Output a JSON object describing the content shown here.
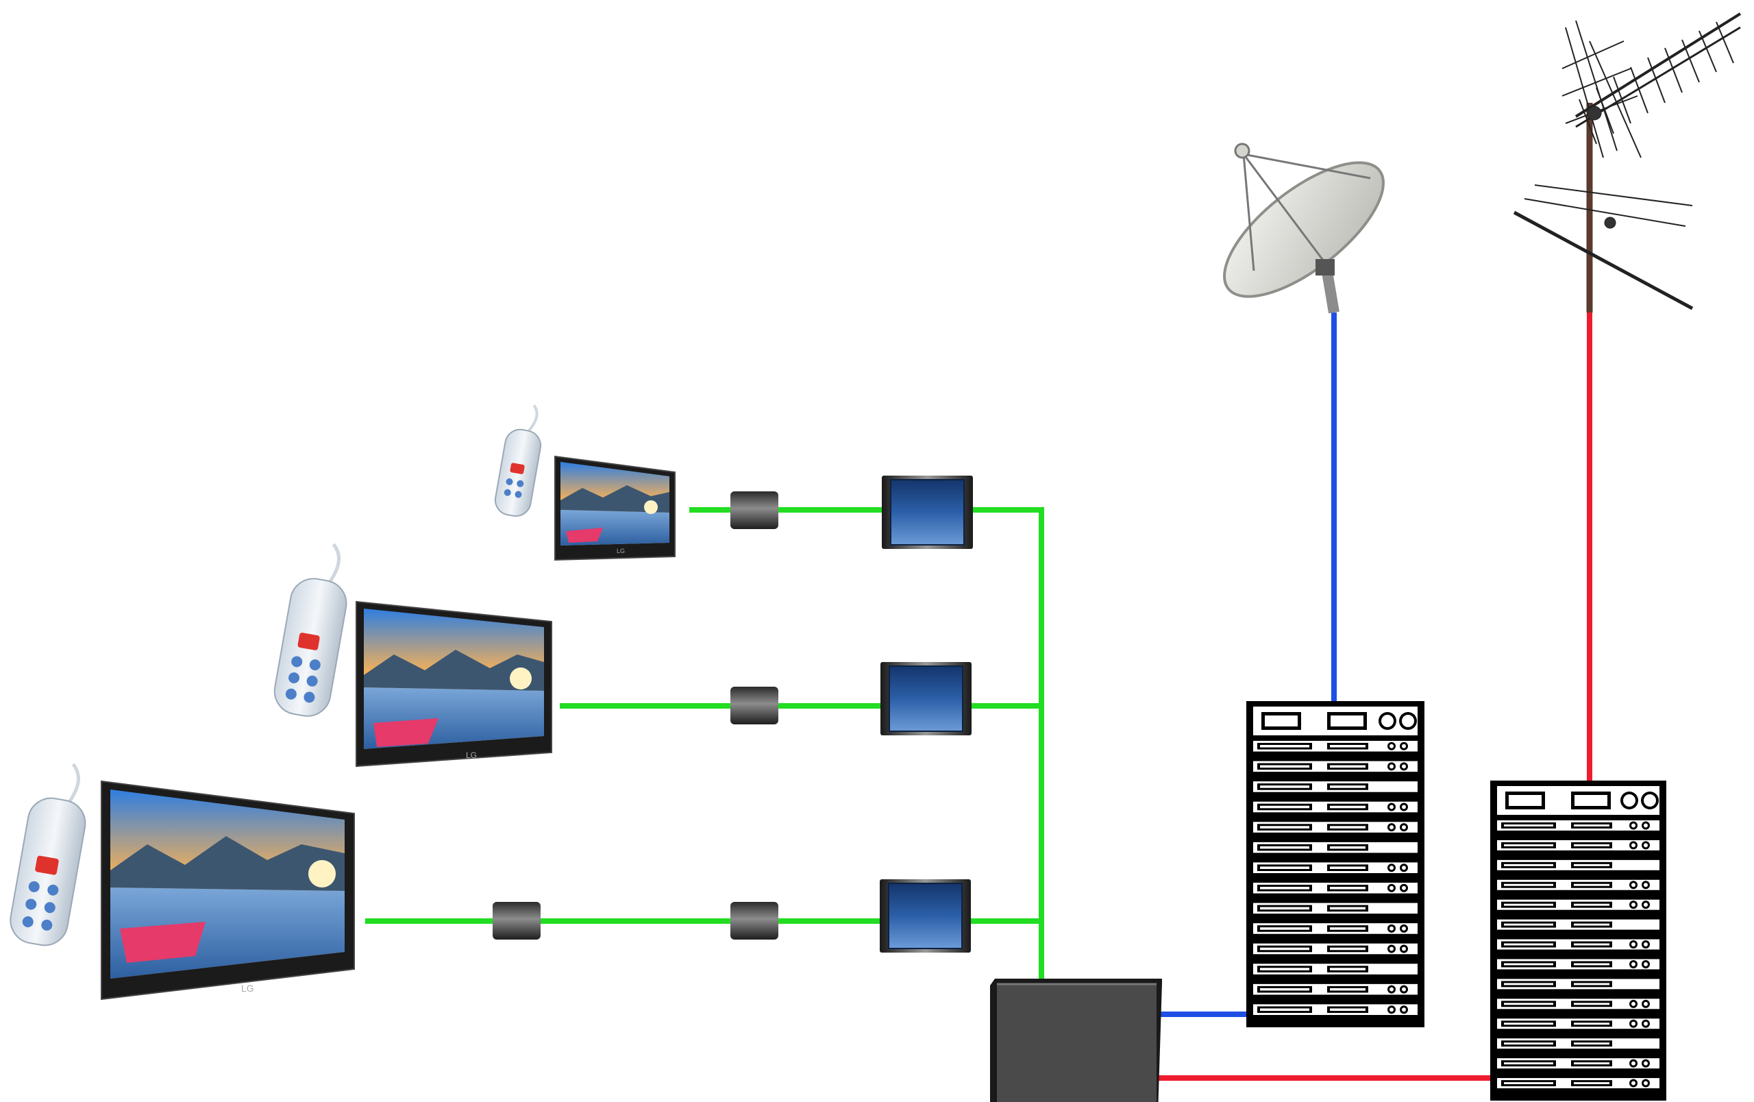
{
  "diagram": {
    "tvs": [
      {
        "id": "tv-top",
        "brand": "LG"
      },
      {
        "id": "tv-middle",
        "brand": "LG"
      },
      {
        "id": "tv-bottom",
        "brand": "LG"
      }
    ],
    "remotes": 3,
    "outlets": 3,
    "connectors": 4,
    "headend": 1,
    "racks": 2,
    "antennas": [
      "satellite-dish",
      "terrestrial-antenna"
    ],
    "colors": {
      "distribution_cable": "#22dd22",
      "satellite_cable": "#1f4fe6",
      "terrestrial_cable": "#ee1c2e",
      "headend_box": "#4a4a4a",
      "outlet_face": "#1f4f9a"
    }
  }
}
